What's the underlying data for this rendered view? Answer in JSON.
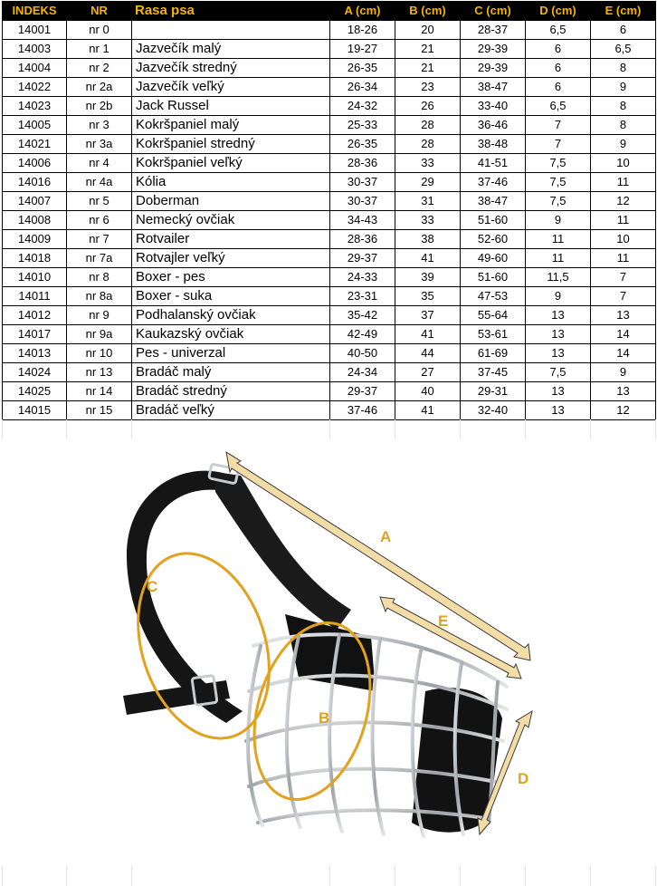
{
  "colors": {
    "header_bg": "#000000",
    "header_text": "#f5b400",
    "accent_ring": "#e2a21e",
    "arrow_fill": "#f4dca6",
    "leather": "#151515",
    "wire": "#b9bcc0"
  },
  "table": {
    "headers": {
      "indeks": "INDEKS",
      "nr": "NR",
      "rasa": "Rasa psa",
      "a": "A (cm)",
      "b": "B (cm)",
      "c": "C (cm)",
      "d": "D (cm)",
      "e": "E (cm)"
    },
    "rows": [
      {
        "indeks": "14001",
        "nr": "nr 0",
        "rasa": "",
        "a": "18-26",
        "b": "20",
        "c": "28-37",
        "d": "6,5",
        "e": "6"
      },
      {
        "indeks": "14003",
        "nr": "nr 1",
        "rasa": "Jazvečík malý",
        "a": "19-27",
        "b": "21",
        "c": "29-39",
        "d": "6",
        "e": "6,5"
      },
      {
        "indeks": "14004",
        "nr": "nr 2",
        "rasa": "Jazvečík stredný",
        "a": "26-35",
        "b": "21",
        "c": "29-39",
        "d": "6",
        "e": "8"
      },
      {
        "indeks": "14022",
        "nr": "nr 2a",
        "rasa": "Jazvečík veľký",
        "a": "26-34",
        "b": "23",
        "c": "38-47",
        "d": "6",
        "e": "9"
      },
      {
        "indeks": "14023",
        "nr": "nr 2b",
        "rasa": "Jack Russel",
        "a": "24-32",
        "b": "26",
        "c": "33-40",
        "d": "6,5",
        "e": "8"
      },
      {
        "indeks": "14005",
        "nr": "nr 3",
        "rasa": "Kokršpaniel malý",
        "a": "25-33",
        "b": "28",
        "c": "36-46",
        "d": "7",
        "e": "8"
      },
      {
        "indeks": "14021",
        "nr": "nr 3a",
        "rasa": "Kokršpaniel stredný",
        "a": "26-35",
        "b": "28",
        "c": "38-48",
        "d": "7",
        "e": "9"
      },
      {
        "indeks": "14006",
        "nr": "nr 4",
        "rasa": "Kokršpaniel veľký",
        "a": "28-36",
        "b": "33",
        "c": "41-51",
        "d": "7,5",
        "e": "10"
      },
      {
        "indeks": "14016",
        "nr": "nr 4a",
        "rasa": "Kólia",
        "a": "30-37",
        "b": "29",
        "c": "37-46",
        "d": "7,5",
        "e": "11"
      },
      {
        "indeks": "14007",
        "nr": "nr 5",
        "rasa": "Doberman",
        "a": "30-37",
        "b": "31",
        "c": "38-47",
        "d": "7,5",
        "e": "12"
      },
      {
        "indeks": "14008",
        "nr": "nr 6",
        "rasa": "Nemecký ovčiak",
        "a": "34-43",
        "b": "33",
        "c": "51-60",
        "d": "9",
        "e": "11"
      },
      {
        "indeks": "14009",
        "nr": "nr 7",
        "rasa": "Rotvailer",
        "a": "28-36",
        "b": "38",
        "c": "52-60",
        "d": "11",
        "e": "10"
      },
      {
        "indeks": "14018",
        "nr": "nr 7a",
        "rasa": "Rotvajler veľký",
        "a": "29-37",
        "b": "41",
        "c": "49-60",
        "d": "11",
        "e": "11"
      },
      {
        "indeks": "14010",
        "nr": "nr 8",
        "rasa": "Boxer - pes",
        "a": "24-33",
        "b": "39",
        "c": "51-60",
        "d": "11,5",
        "e": "7"
      },
      {
        "indeks": "14011",
        "nr": "nr 8a",
        "rasa": "Boxer - suka",
        "a": "23-31",
        "b": "35",
        "c": "47-53",
        "d": "9",
        "e": "7"
      },
      {
        "indeks": "14012",
        "nr": "nr 9",
        "rasa": "Podhalanský ovčiak",
        "a": "35-42",
        "b": "37",
        "c": "55-64",
        "d": "13",
        "e": "13"
      },
      {
        "indeks": "14017",
        "nr": "nr 9a",
        "rasa": "Kaukazský ovčiak",
        "a": "42-49",
        "b": "41",
        "c": "53-61",
        "d": "13",
        "e": "14"
      },
      {
        "indeks": "14013",
        "nr": "nr 10",
        "rasa": "Pes - univerzal",
        "a": "40-50",
        "b": "44",
        "c": "61-69",
        "d": "13",
        "e": "14"
      },
      {
        "indeks": "14024",
        "nr": "nr 13",
        "rasa": "Bradáč malý",
        "a": "24-34",
        "b": "27",
        "c": "37-45",
        "d": "7,5",
        "e": "9"
      },
      {
        "indeks": "14025",
        "nr": "nr 14",
        "rasa": "Bradáč stredný",
        "a": "29-37",
        "b": "40",
        "c": "29-31",
        "d": "13",
        "e": "13"
      },
      {
        "indeks": "14015",
        "nr": "nr 15",
        "rasa": "Bradáč veľký",
        "a": "37-46",
        "b": "41",
        "c": "32-40",
        "d": "13",
        "e": "12"
      }
    ]
  },
  "figure": {
    "labels": {
      "a": "A",
      "b": "B",
      "c": "C",
      "d": "D",
      "e": "E"
    }
  }
}
